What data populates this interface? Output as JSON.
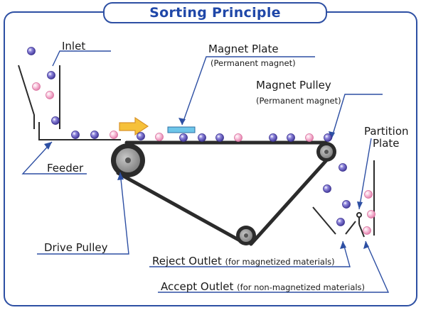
{
  "title": "Sorting Principle",
  "labels": {
    "inlet": "Inlet",
    "magnet_plate": "Magnet Plate",
    "magnet_plate_sub": "(Permanent magnet)",
    "magnet_pulley": "Magnet Pulley",
    "magnet_pulley_sub": "(Permanent magnet)",
    "partition_plate_1": "Partition",
    "partition_plate_2": "Plate",
    "feeder": "Feeder",
    "drive_pulley": "Drive Pulley",
    "reject_outlet": "Reject Outlet",
    "reject_outlet_sub": "(for magnetized materials)",
    "accept_outlet": "Accept Outlet",
    "accept_outlet_sub": "(for non-magnetized materials)"
  },
  "colors": {
    "frame": "#2d4fa3",
    "magnetic_particle": "#6a5fc4",
    "non_magnetic_particle": "#f2a7c8",
    "belt": "#2b2b2b",
    "pulley": "#8c8c8c",
    "arrow_flow": "#f6c13a",
    "magnet_plate": "#6ec6e9",
    "leader": "#2d4fa3"
  }
}
